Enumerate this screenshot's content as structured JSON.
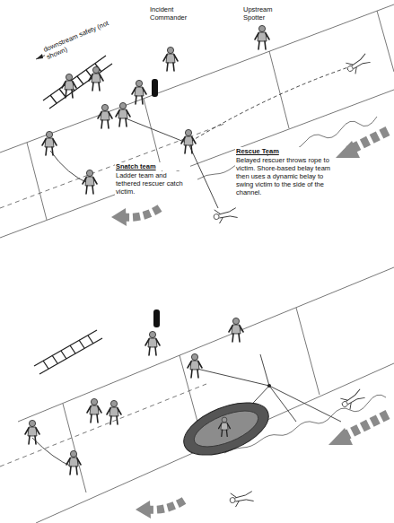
{
  "diagram": {
    "labels": [
      "Incident Commander",
      "Upstream Spotter",
      "downstream safety (not shown)",
      "Rescue Team",
      "Belayed rescuer throws rope to victim. Shore-based belay team then uses a dynamic belay to swing victim to the side of the channel.",
      "Snatch team",
      "Ladder team and tethered rescuer catch victim."
    ]
  }
}
